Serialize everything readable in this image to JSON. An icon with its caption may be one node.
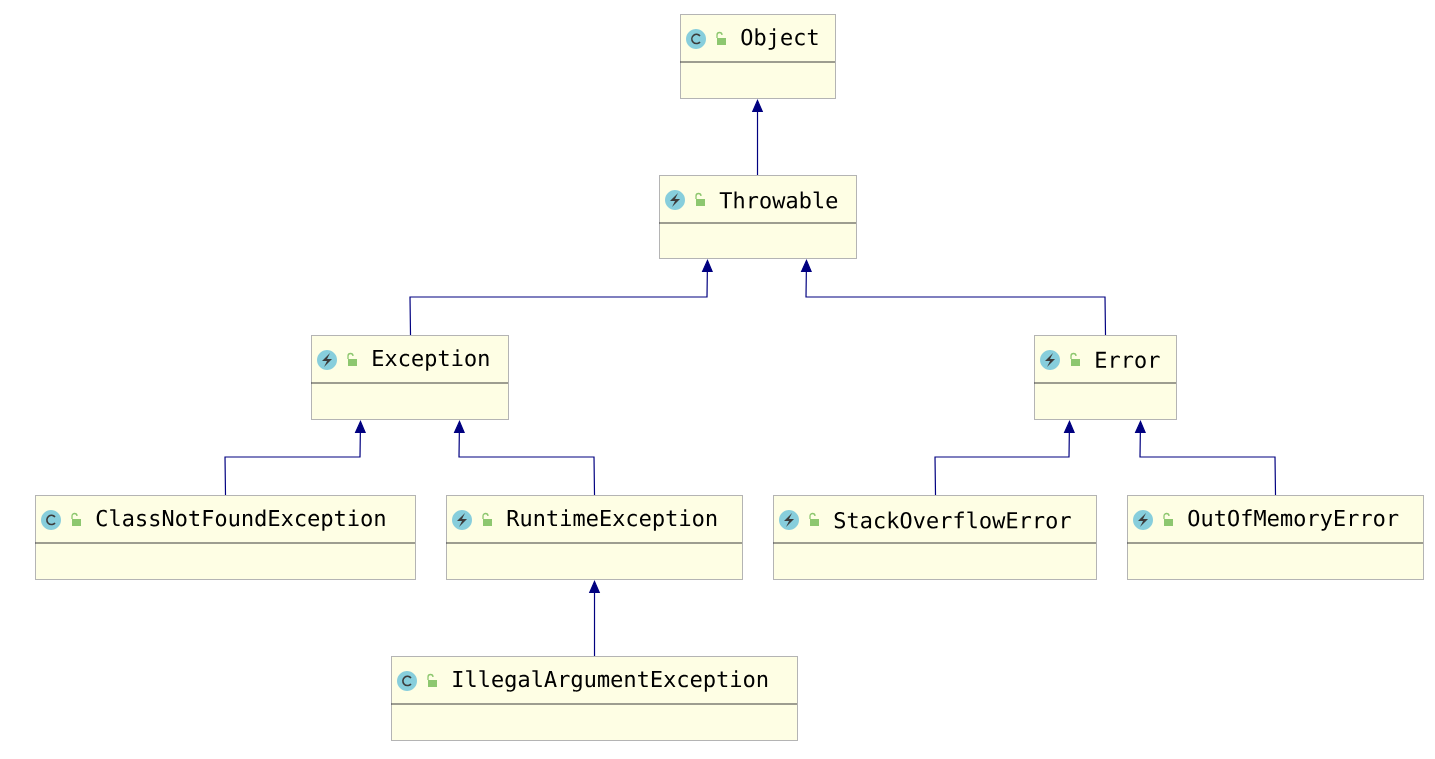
{
  "diagram": {
    "nodes": [
      {
        "text": [
          "Object"
        ]
      },
      {
        "text": [
          "Throwable"
        ]
      },
      {
        "text": [
          "Exception"
        ]
      },
      {
        "text": [
          "Error"
        ]
      },
      {
        "text": [
          "ClassNotFoundException"
        ]
      },
      {
        "text": [
          "RuntimeException"
        ]
      },
      {
        "text": [
          "StackOverflowError"
        ]
      },
      {
        "text": [
          "OutOfMemoryError"
        ]
      },
      {
        "text": [
          "IllegalArgumentException"
        ]
      }
    ],
    "edges": [
      {
        "from": 1,
        "to": 0,
        "arrow": "to"
      },
      {
        "from": 2,
        "to": 1,
        "arrow": "to"
      },
      {
        "from": 3,
        "to": 1,
        "arrow": "to"
      },
      {
        "from": 4,
        "to": 2,
        "arrow": "to"
      },
      {
        "from": 5,
        "to": 2,
        "arrow": "to"
      },
      {
        "from": 6,
        "to": 3,
        "arrow": "to"
      },
      {
        "from": 7,
        "to": 3,
        "arrow": "to"
      },
      {
        "from": 8,
        "to": 5,
        "arrow": "to"
      }
    ]
  }
}
